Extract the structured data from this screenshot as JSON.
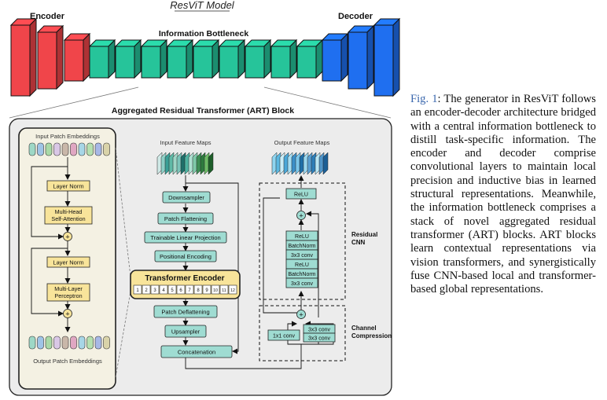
{
  "figure": {
    "title": "ResViT Model",
    "encoder_label": "Encoder",
    "decoder_label": "Decoder",
    "bottleneck_label": "Information Bottleneck",
    "art_block_title": "Aggregated Residual Transformer (ART) Block",
    "encoder_block_count": 3,
    "bottleneck_block_count": 9,
    "decoder_block_count": 3,
    "colors": {
      "encoder": "#f0454a",
      "bottleneck": "#26c49a",
      "decoder": "#1f6ff0",
      "art_panel": "#ececec",
      "transformer_panel": "#f4f1e3",
      "yellow_box": "#f8e49a",
      "teal_box": "#9fdcd2"
    },
    "transformer_layer": {
      "input_label": "Input Patch Embeddings",
      "output_label": "Output Patch Embeddings",
      "layer_norm_1": "Layer Norm",
      "mhsa_line1": "Multi-Head",
      "mhsa_line2": "Self-Attention",
      "layer_norm_2": "Layer Norm",
      "mlp_line1": "Multi-Layer",
      "mlp_line2": "Perceptron",
      "plus": "+"
    },
    "art_flow": {
      "input_maps_label": "Input Feature Maps",
      "output_maps_label": "Output Feature Maps",
      "downsampler": "Downsampler",
      "patch_flattening": "Patch Flattening",
      "linear_projection": "Trainable Linear Projection",
      "positional_encoding": "Positional Encoding",
      "transformer_encoder": "Transformer Encoder",
      "encoder_tokens": [
        "1",
        "2",
        "3",
        "4",
        "5",
        "6",
        "7",
        "8",
        "9",
        "10",
        "11",
        "12"
      ],
      "patch_deflattening": "Patch Deflattening",
      "upsampler": "Upsampler",
      "concatenation": "Concatenation"
    },
    "residual_cnn": {
      "label_line1": "Residual",
      "label_line2": "CNN",
      "relu_top": "ReLU",
      "stack": [
        "ReLU",
        "BatchNorm",
        "3x3 conv",
        "ReLU",
        "BatchNorm",
        "3x3 conv"
      ],
      "plus": "+"
    },
    "channel_compression": {
      "label_line1": "Channel",
      "label_line2": "Compression",
      "conv1x1": "1x1 conv",
      "conv3x3_a": "3x3 conv",
      "conv3x3_b": "3x3 conv",
      "plus": "+"
    }
  },
  "caption": {
    "label": "Fig. 1",
    "text": ": The generator in ResViT follows an encoder-decoder architecture bridged with a central information bottleneck to distill task-specific information. The encoder and decoder comprise convolutional layers to maintain local precision and inductive bias in learned structural representations. Meanwhile, the information bottleneck comprises a stack of novel aggregated residual transformer (ART) blocks. ART blocks learn contextual representations via vision transformers, and synergistically fuse CNN-based local and transformer-based global representations."
  }
}
